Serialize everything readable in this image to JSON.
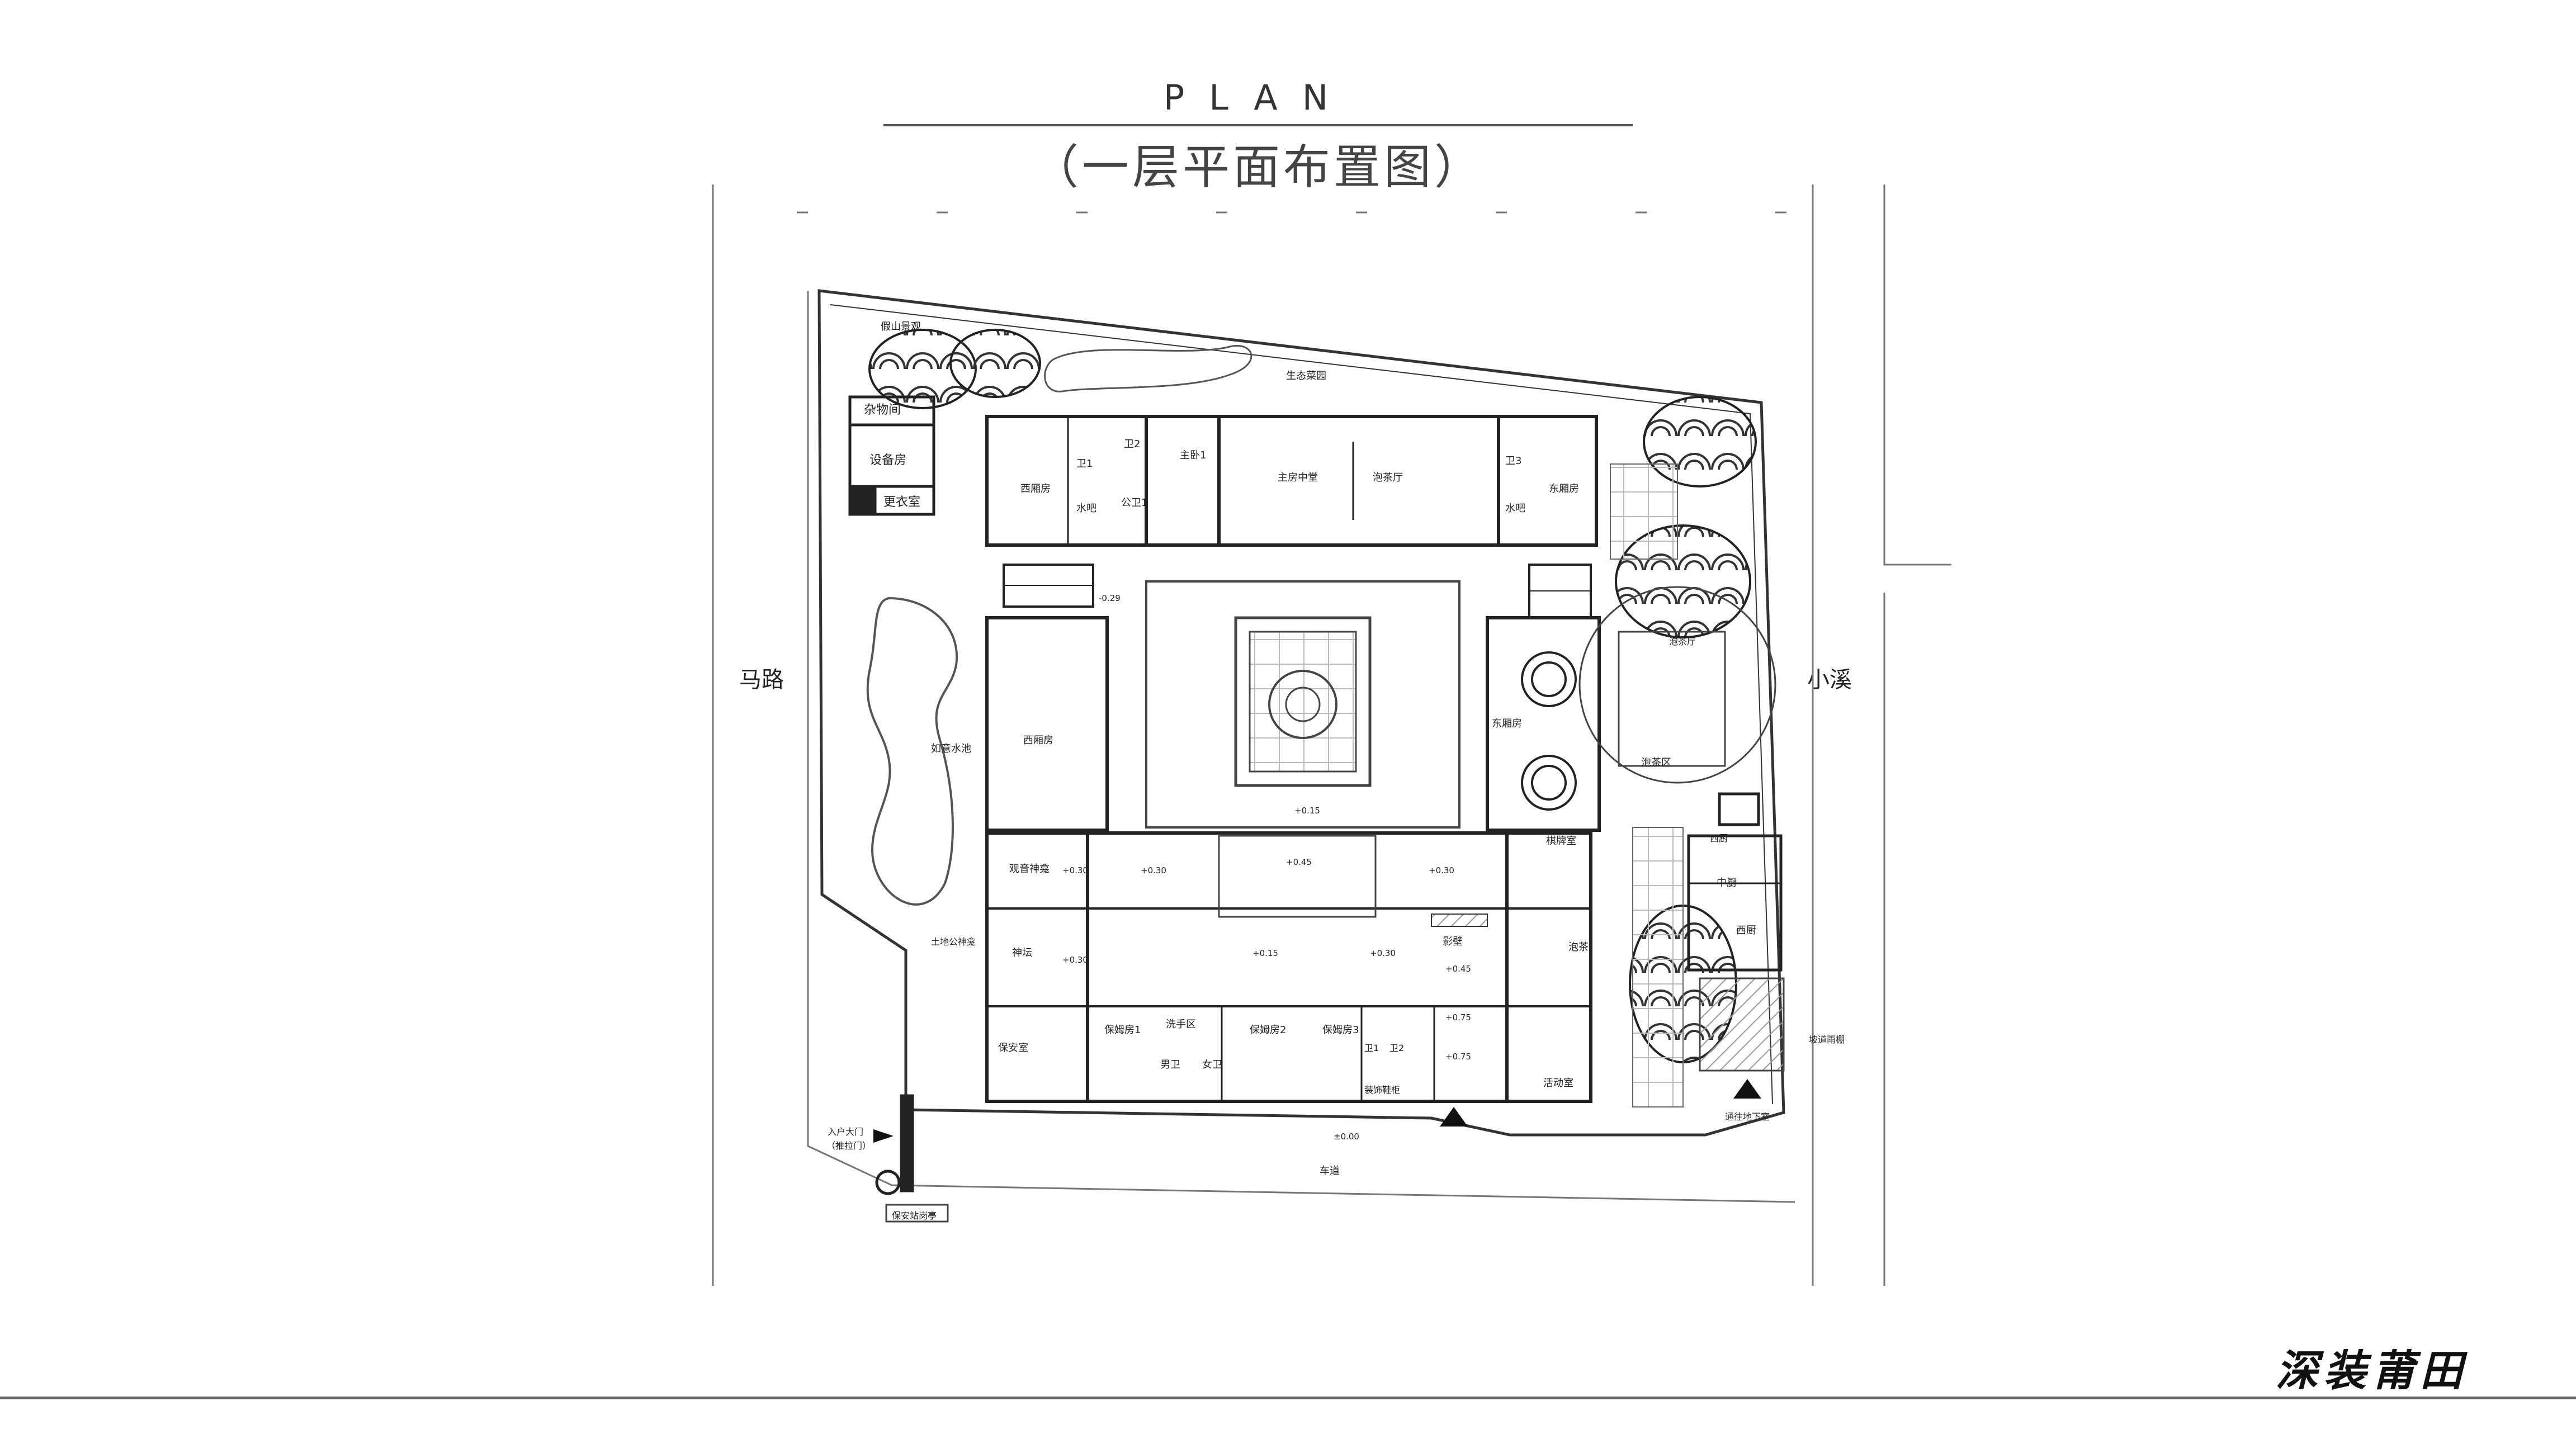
{
  "header": {
    "title": "PLAN",
    "subtitle": "（一层平面布置图）"
  },
  "sides": {
    "left_road": "马路",
    "right_stream": "小溪"
  },
  "footer": {
    "signature": "深装莆田"
  },
  "rooms": {
    "za_wu_jian": "杂物间",
    "she_bei_fang": "设备房",
    "geng_yi_shi": "更衣室",
    "jia_shan_jing_guan": "假山景观",
    "sheng_tai_cai_yuan": "生态菜园",
    "xi_zhai_fang": "西厢房",
    "wei1": "卫1",
    "shui_ba_w": "水吧",
    "wei2": "卫2",
    "gong_wei1": "公卫1",
    "zhu_wo1": "主卧1",
    "zhu_fang_zhong_tang": "主房中堂",
    "pao_cha_ting": "泡茶厅",
    "dong_zhai_fang": "东厢房",
    "wei3": "卫3",
    "shui_ba_e": "水吧",
    "xi_xiang_fang": "西厢房",
    "ru_yi_shui_chi": "如意水池",
    "dong_xiang_fang": "东厢房",
    "pao_cha_qu": "泡茶区",
    "pao_cha_ting_2": "泡茶厅",
    "xi_chu_top": "西厨",
    "zhong_chu": "中厨",
    "xi_chu": "西厨",
    "guan_yin_shen_kan": "观音神龛",
    "tu_di_gong": "土地公神龛",
    "shen_tan": "神坛",
    "qi_pai_shi": "棋牌室",
    "pao_cha_room": "泡茶",
    "ying_bi": "影壁",
    "bao_an_shi": "保安室",
    "bao_mu_fang1": "保姆房1",
    "xi_shou_qu": "洗手区",
    "nan_wei": "男卫",
    "nv_wei": "女卫",
    "bao_mu_fang2": "保姆房2",
    "bao_mu_fang3": "保姆房3",
    "wei_1": "卫1",
    "wei_2": "卫2",
    "shou_shi_xie_gui": "装饰鞋柜",
    "huo_dong_shi": "活动室",
    "che_dao": "车道",
    "ru_hu_da_men": "入户大门",
    "ru_hu_da_men_sub": "（推拉门）",
    "bao_an_ting": "保安站岗亭",
    "po_dao_yu_peng": "坡道雨棚",
    "di_xia_shi": "通往地下室"
  },
  "levels": {
    "l_0_29": "-0.29",
    "l_0_15_court": "+0.15",
    "l_0_30_a": "+0.30",
    "l_0_30_b": "+0.30",
    "l_0_45_a": "+0.45",
    "l_0_30_c": "+0.30",
    "l_0_30_d": "+0.30",
    "l_0_15_hall": "+0.15",
    "l_0_30_e": "+0.30",
    "l_0_45_b": "+0.45",
    "l_0_75_a": "+0.75",
    "l_0_75_b": "+0.75",
    "l_0_00": "±0.00"
  },
  "colors": {
    "ink": "#222222",
    "light_ink": "#555555",
    "hatch": "#9a9a9a",
    "paper": "#ffffff"
  }
}
